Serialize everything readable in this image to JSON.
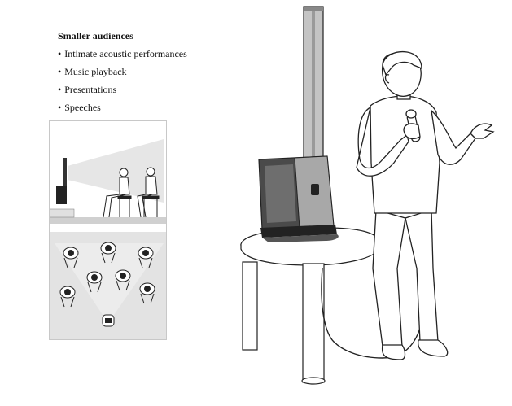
{
  "audience": {
    "heading": "Smaller audiences",
    "items": [
      "Intimate acoustic performances",
      "Music playback",
      "Presentations",
      "Speeches"
    ]
  },
  "icons": [
    "side-view-diagram",
    "top-view-diagram",
    "speaker-tower-icon",
    "presenter-figure"
  ]
}
